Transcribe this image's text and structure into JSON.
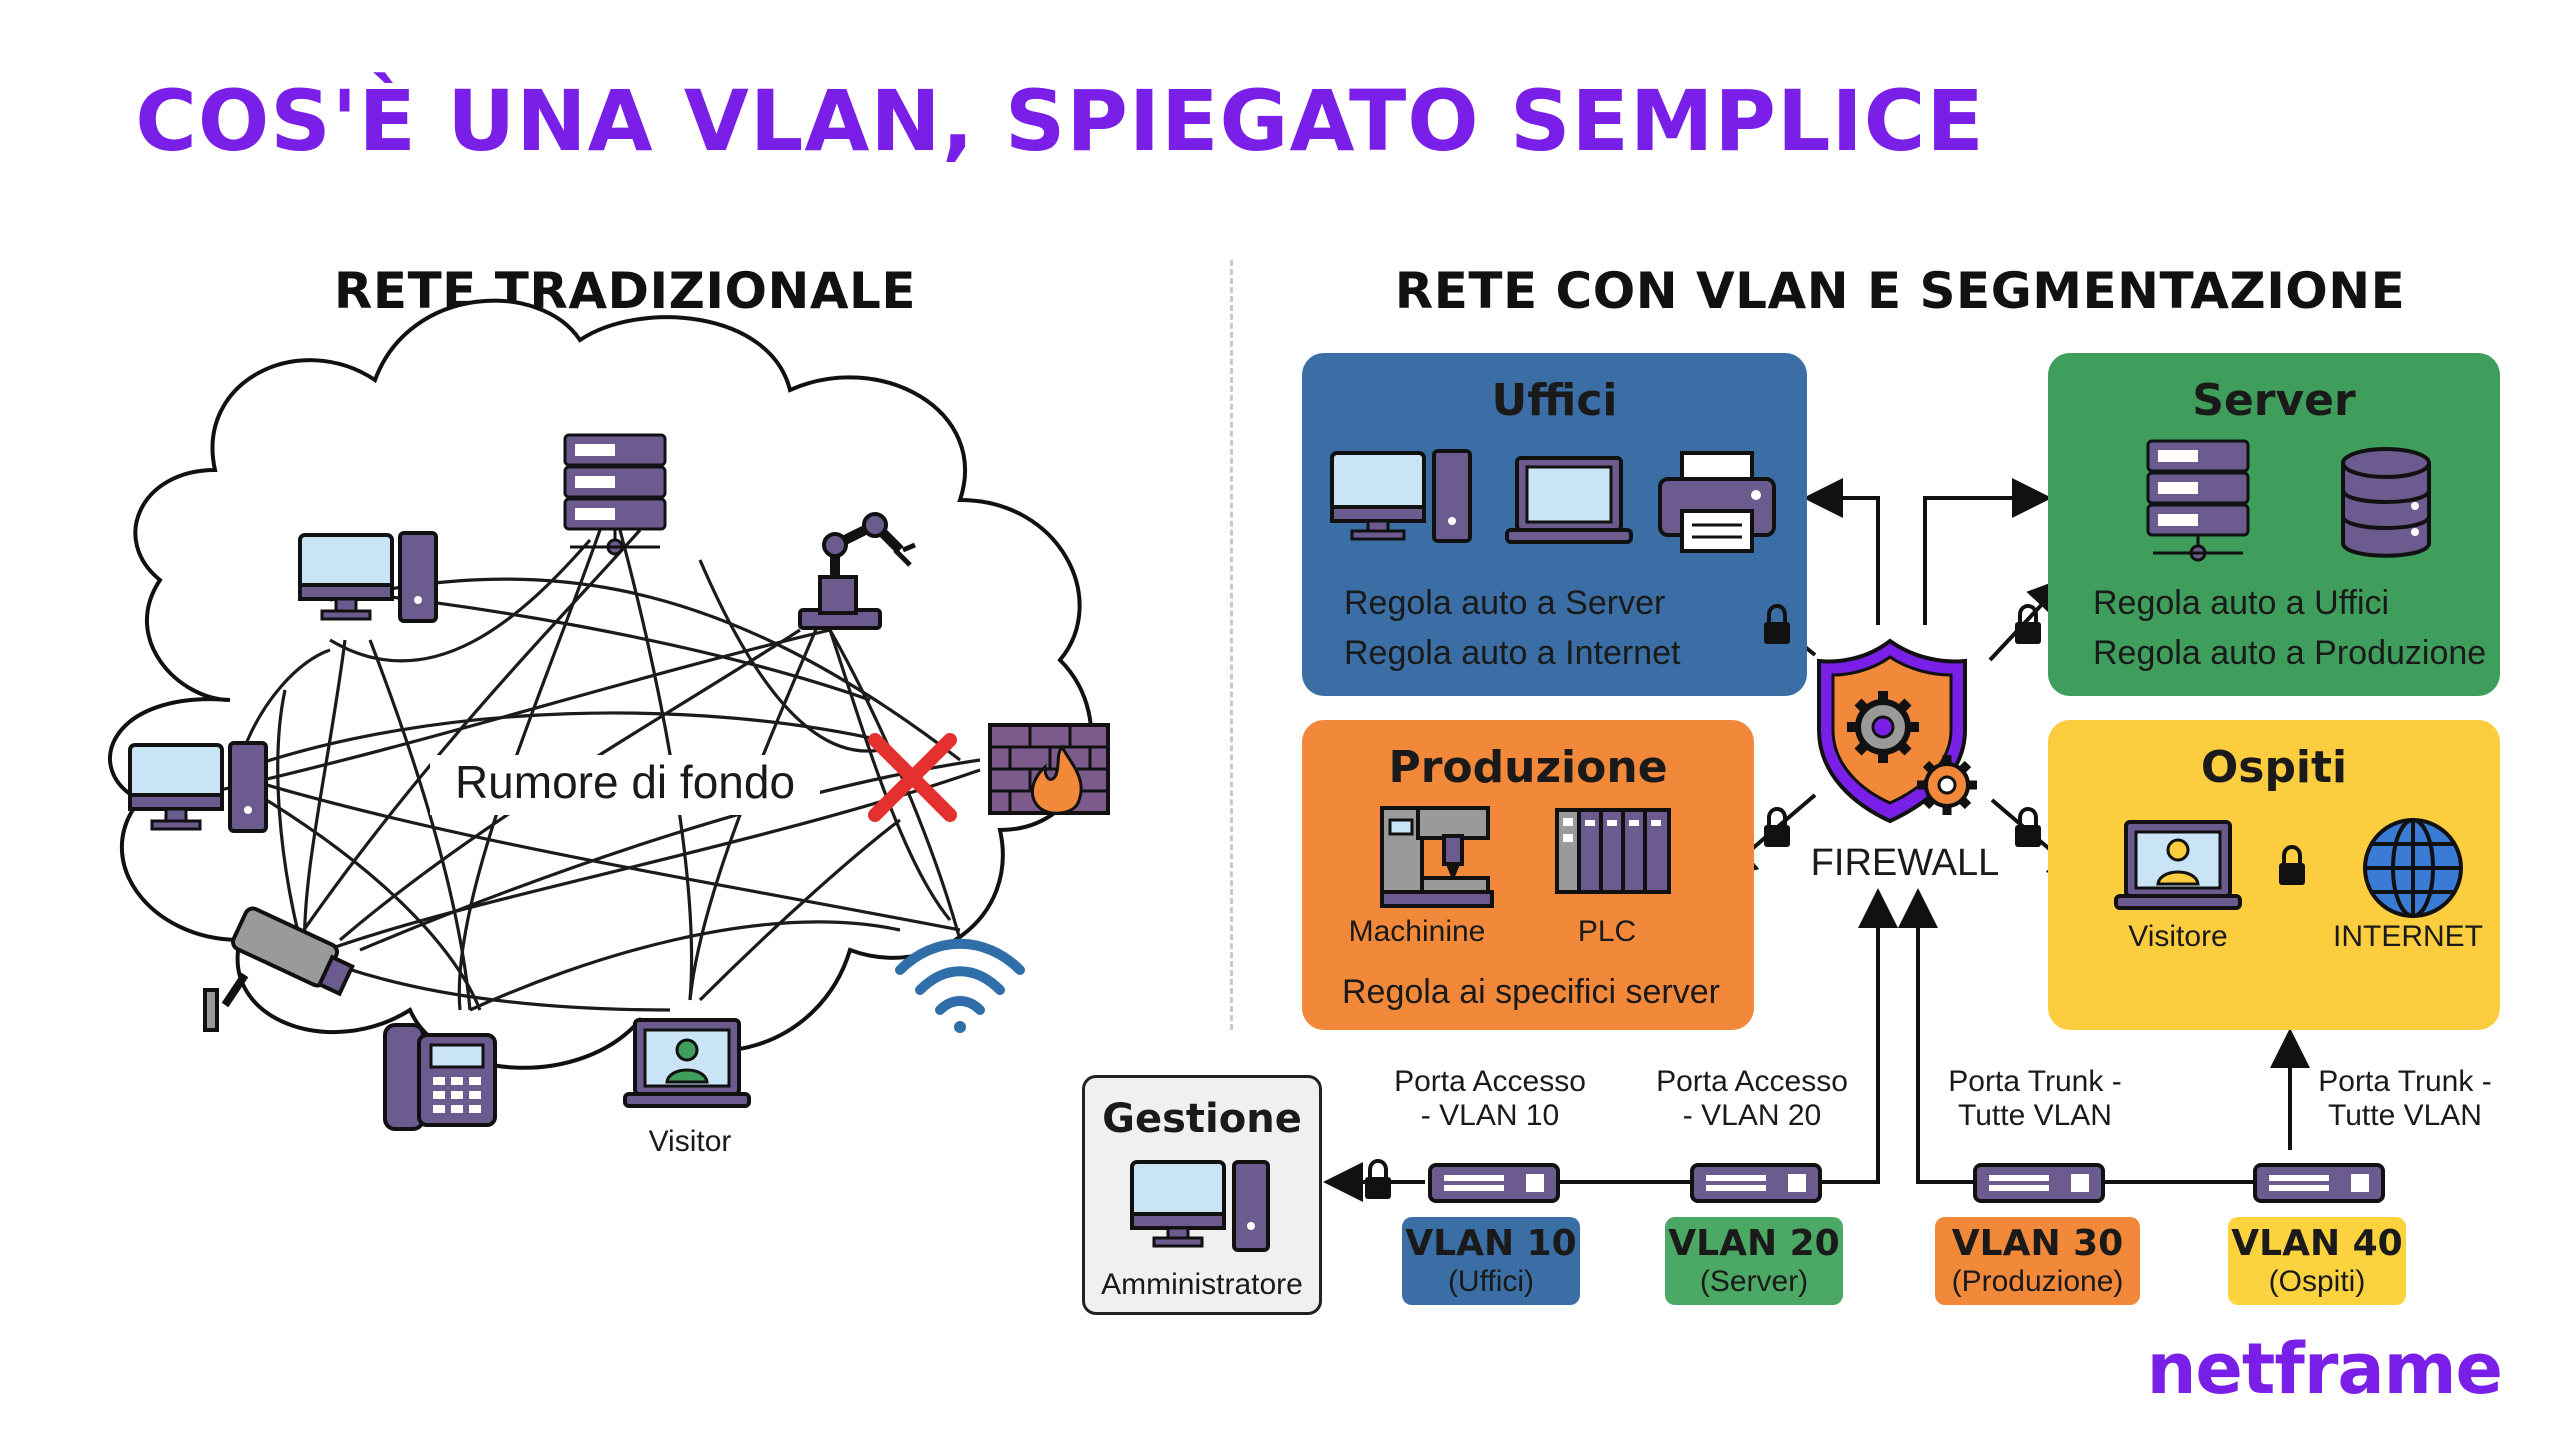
{
  "title": "COS'È UNA VLAN, SPIEGATO SEMPLICE",
  "left": {
    "heading": "RETE TRADIZIONALE",
    "cloud_label": "Rumore di fondo",
    "visitor_label": "Visitor"
  },
  "right": {
    "heading": "RETE CON VLAN E SEGMENTAZIONE",
    "firewall_label": "FIREWALL",
    "uffici": {
      "title": "Uffici",
      "rule1": "Regola auto a Server",
      "rule2": "Regola auto a Internet",
      "color": "#3a6ea5"
    },
    "server": {
      "title": "Server",
      "rule1": "Regola auto a Uffici",
      "rule2": "Regola auto a Produzione",
      "color": "#3f9e5c"
    },
    "produzione": {
      "title": "Produzione",
      "machine_label": "Machinine",
      "plc_label": "PLC",
      "rule": "Regola ai specifici server",
      "color": "#f2883a"
    },
    "ospiti": {
      "title": "Ospiti",
      "visitor_label": "Visitore",
      "internet_label": "INTERNET",
      "color": "#fbcd3f"
    },
    "gestione": {
      "title": "Gestione",
      "admin_label": "Amministratore"
    },
    "ports": [
      {
        "line1": "Porta Accesso",
        "line2": "- VLAN 10"
      },
      {
        "line1": "Porta Accesso",
        "line2": "- VLAN 20"
      },
      {
        "line1": "Porta Trunk -",
        "line2": "Tutte VLAN"
      },
      {
        "line1": "Porta Trunk -",
        "line2": "Tutte VLAN"
      }
    ],
    "vlans": [
      {
        "name": "VLAN 10",
        "desc": "(Uffici)",
        "color": "#3a6ea5"
      },
      {
        "name": "VLAN 20",
        "desc": "(Server)",
        "color": "#4ca865"
      },
      {
        "name": "VLAN 30",
        "desc": "(Produzione)",
        "color": "#f2883a"
      },
      {
        "name": "VLAN 40",
        "desc": "(Ospiti)",
        "color": "#fbd33f"
      }
    ]
  },
  "brand": "netframe"
}
